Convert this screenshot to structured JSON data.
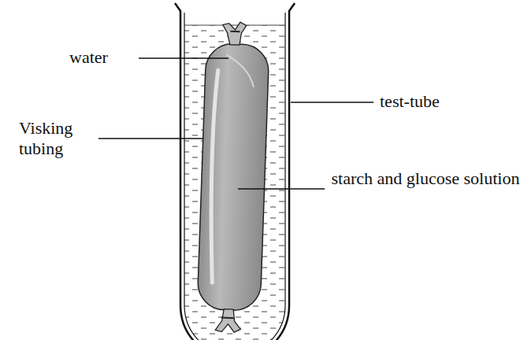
{
  "diagram": {
    "labels": [
      "water",
      "Visking tubing",
      "test-tube",
      "starch and glucose solution"
    ]
  }
}
